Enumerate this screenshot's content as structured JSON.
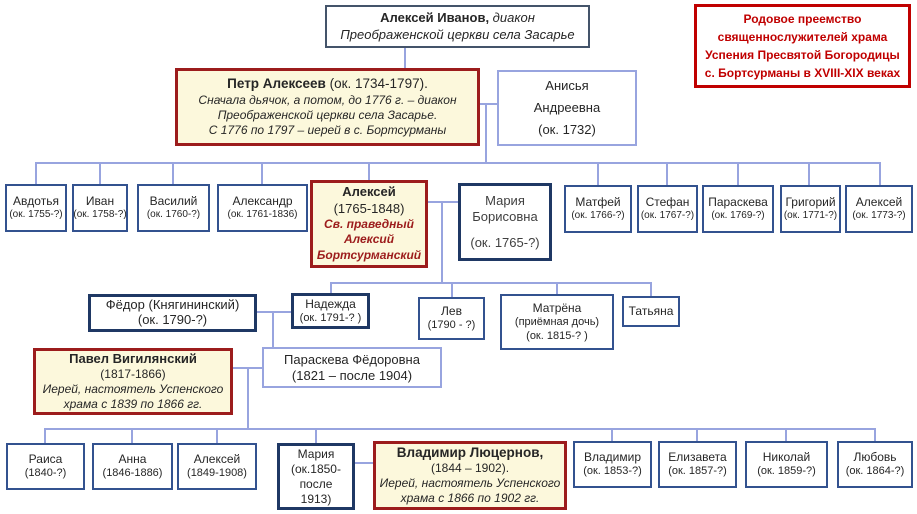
{
  "legend": {
    "line1": "Родовое преемство",
    "line2": "священнослужителей храма",
    "line3": "Успения Пресвятой Богородицы",
    "line4": "с. Бортсурманы  в XVIII-XIX веках"
  },
  "colors": {
    "legend_red": "#C00000",
    "priest_box_border": "#9C1C1C",
    "priest_box_bg": "#FCF8DC",
    "navy_border": "#1F3864",
    "blue_border": "#33528F",
    "connector": "#98A4DF"
  },
  "people": {
    "aleksey_ivanov": {
      "name": "Алексей Иванов,",
      "role": "  диакон",
      "church": "Преображенской церкви села Засарье"
    },
    "petr": {
      "name": "Петр Алексеев",
      "dates": " (ок. 1734-1797).",
      "bio1": "Сначала дьячок, а потом, до 1776 г.  –  диакон",
      "bio2": "Преображенской церкви села Засарье.",
      "bio3": "С 1776 по 1797 – иерей в с. Бортсурманы"
    },
    "anisya": {
      "line1": "Анисья",
      "line2": "Андреевна",
      "line3": "(ок. 1732)"
    },
    "avdotya": {
      "name": "Авдотья",
      "dates": "(ок. 1755-?)"
    },
    "ivan": {
      "name": "Иван",
      "dates": "(ок. 1758-?)"
    },
    "vasiliy": {
      "name": "Василий",
      "dates": "(ок. 1760-?)"
    },
    "aleksandr": {
      "name": "Александр",
      "dates": "(ок. 1761-1836)"
    },
    "aleksey_saint": {
      "name": "Алексей",
      "dates": "(1765-1848)",
      "title1": "Св. праведный",
      "title2": "Алексий",
      "title3": "Бортсурманский"
    },
    "maria_borisovna": {
      "line1": "Мария",
      "line2": "Борисовна",
      "line3": "(ок. 1765-?)"
    },
    "matfey": {
      "name": "Матфей",
      "dates": "(ок. 1766-?)"
    },
    "stefan": {
      "name": "Стефан",
      "dates": "(ок. 1767-?)"
    },
    "paraskeva": {
      "name": "Параскева",
      "dates": "(ок. 1769-?)"
    },
    "grigoriy": {
      "name": "Григорий",
      "dates": "(ок. 1771-?)"
    },
    "aleksey2": {
      "name": "Алексей",
      "dates": "(ок. 1773-?)"
    },
    "fedor": {
      "name": "Фёдор (Княгининский)",
      "dates": "(ок. 1790-?)"
    },
    "nadezhda": {
      "name": "Надежда",
      "dates": "(ок. 1791-? )"
    },
    "lev": {
      "name": "Лев",
      "dates": "(1790 - ?)"
    },
    "matryona": {
      "name": "Матрёна",
      "note": "(приёмная дочь)",
      "dates": "(ок. 1815-? )"
    },
    "tatyana": {
      "name": "Татьяна"
    },
    "pavel": {
      "name": "Павел Вигилянский",
      "dates": "(1817-1866)",
      "bio1": "Иерей, настоятель Успенского",
      "bio2": "храма с 1839 по 1866 гг."
    },
    "paraskeva_f": {
      "name": "Параскева Фёдоровна",
      "dates": "(1821 – после 1904)"
    },
    "raisa": {
      "name": "Раиса",
      "dates": "(1840-?)"
    },
    "anna": {
      "name": "Анна",
      "dates": "(1846-1886)"
    },
    "aleksey3": {
      "name": "Алексей",
      "dates": "(1849-1908)"
    },
    "maria": {
      "line1": "Мария",
      "line2": "(ок.1850-",
      "line3": "после",
      "line4": "1913)"
    },
    "vladimir_l": {
      "name": "Владимир Люцернов,",
      "dates": "(1844 – 1902).",
      "bio1": "Иерей, настоятель Успенского",
      "bio2": "храма с 1866 по 1902 гг."
    },
    "vladimir": {
      "name": "Владимир",
      "dates": "(ок. 1853-?)"
    },
    "elizaveta": {
      "name": "Елизавета",
      "dates": "(ок. 1857-?)"
    },
    "nikolay": {
      "name": "Николай",
      "dates": "(ок. 1859-?)"
    },
    "lyubov": {
      "name": "Любовь",
      "dates": "(ок. 1864-?)"
    }
  }
}
